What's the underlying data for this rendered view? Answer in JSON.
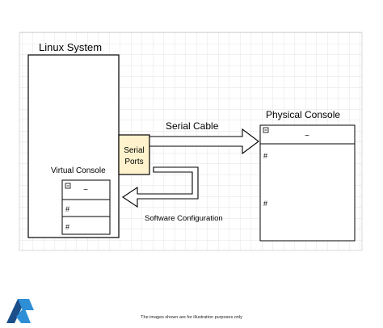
{
  "diagram": {
    "linux_system_label": "Linux System",
    "virtual_console_label": "Virtual Console",
    "serial_ports_label_line1": "Serial",
    "serial_ports_label_line2": "Ports",
    "serial_cable_label": "Serial Cable",
    "software_configuration_label": "Software Configuration",
    "physical_console_label": "Physical Console",
    "virtual_console_window": {
      "title_glyph": "~",
      "minimize_glyph": "–",
      "rows": [
        "#",
        "#"
      ]
    },
    "physical_console_window": {
      "title_glyph": "~",
      "minimize_glyph": "–",
      "rows": [
        "#",
        "#"
      ]
    }
  },
  "footer": {
    "disclaimer": "The images shown are for illustration purposes only"
  },
  "colors": {
    "grid": "#d9d9d9",
    "stroke": "#000000",
    "serial_ports_fill": "#fff2cc",
    "logo_dark": "#1b4f8a",
    "logo_light": "#2e8fd6"
  }
}
